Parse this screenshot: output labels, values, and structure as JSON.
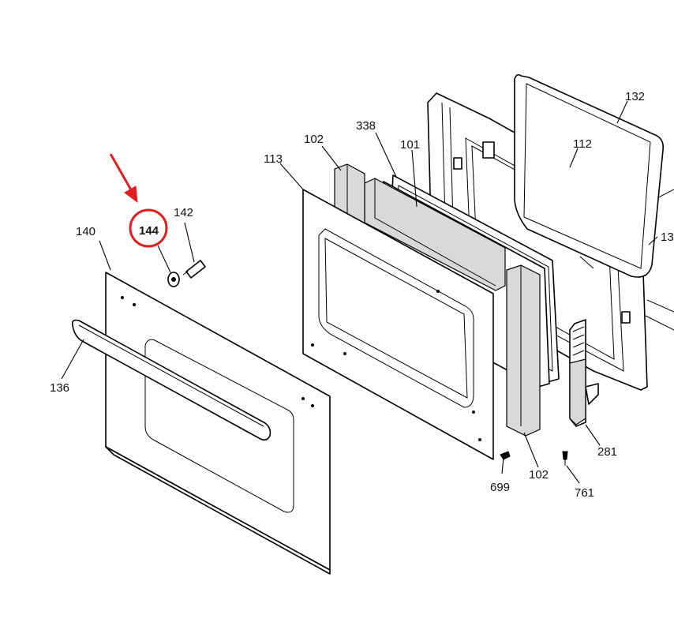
{
  "callouts": {
    "c140": "140",
    "c144": "144",
    "c142": "142",
    "c136": "136",
    "c113": "113",
    "c102_top": "102",
    "c338": "338",
    "c101": "101",
    "c132": "132",
    "c112": "112",
    "c13": "13",
    "c699": "699",
    "c102_bottom": "102",
    "c281": "281",
    "c761": "761"
  },
  "highlight": {
    "part": "144",
    "circle_color": "#e02020",
    "arrow_color": "#e02020"
  }
}
